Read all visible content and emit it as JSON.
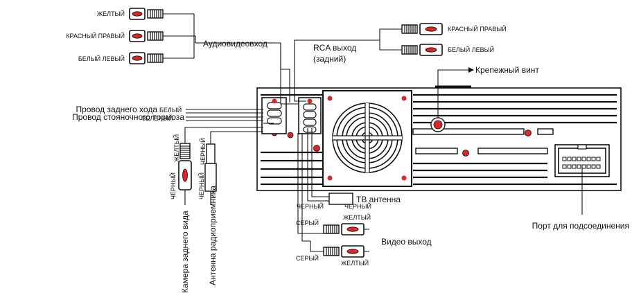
{
  "colors": {
    "accent": "#d62828",
    "line": "#111111",
    "background": "#ffffff"
  },
  "top_left_rca": {
    "yellow": "ЖЕЛТЫЙ",
    "red_right": "КРАСНЫЙ ПРАВЫЙ",
    "white_left": "БЕЛЫЙ ЛЕВЫЙ",
    "title": "Аудиовидеовход"
  },
  "rca_out": {
    "title_line1": "RCA выход",
    "title_line2": "(задний)",
    "red_right": "КРАСНЫЙ ПРАВЫЙ",
    "white_left": "БЕЛЫЙ ЛЕВЫЙ"
  },
  "screw_label": "Крепежный винт",
  "left_wires": {
    "reverse_main": "Провод заднего хода",
    "reverse_color": "БЕЛЫЙ",
    "parking_main": "Провод стояночного тормоза",
    "parking_color": "ЗЕЛЕНЫЙ"
  },
  "rear_camera": {
    "label": "Камера заднего вида",
    "top_color": "ЖЕЛТЫЙ",
    "bottom_color": "ЧЕРНЫЙ"
  },
  "radio_antenna": {
    "label": "Антенна радиоприемника",
    "top_color": "ЧЕРНЫЙ",
    "bottom_color": "ЧЕРНЫЙ"
  },
  "tv_antenna": {
    "label": "ТВ антенна",
    "color_a": "ЧЕРНЫЙ",
    "color_b": "ЧЕРНЫЙ"
  },
  "video_out": {
    "label": "Видео выход",
    "top_gray": "СЕРЫЙ",
    "top_yellow": "ЖЕЛТЫЙ",
    "bottom_gray": "СЕРЫЙ",
    "bottom_yellow": "ЖЕЛТЫЙ"
  },
  "port_label": "Порт для подсоединения"
}
